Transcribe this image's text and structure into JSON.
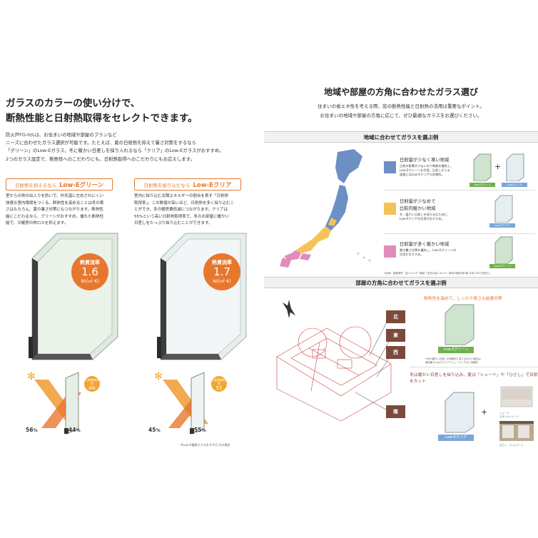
{
  "left": {
    "title_line1": "ガラスのカラーの使い分けで、",
    "title_line2": "断熱性能と日射熱取得をセレクトできます。",
    "body": [
      "防火戸FG-H/Lは、お住まいの地域や部屋のプランなど",
      "ニーズに合わせたガラス選択が可能です。たとえば、夏の日射熱を抑えて暑さ対策をするなら",
      "「グリーン」のLow-Eガラス、冬に暖かい日差しを採り入れるなら「クリア」のLow-Eガラスがおすすめ。",
      "2つのガラス設定で、断熱性へのこだわりにも、日射熱取得へのこだわりにもお応えします。"
    ],
    "green": {
      "tag_prefix": "日射熱を抑えるなら",
      "tag_name": "Low-Eグリーン",
      "desc": [
        "室からの熱の出入りを防いで、外気温に左右されにくい",
        "快適な室内環境をつくる。断熱性を高めることは冬の寒",
        "さはもちろん、夏の暑さ対策にもつながります。断熱性",
        "能にこだわるなら、グリーンがおすすめ。優れた断熱性",
        "能で、冷暖房の熱ロスを抑えます。"
      ],
      "badge_label": "熱貫流率",
      "badge_value": "1.6",
      "badge_unit": "W/(㎡･K)",
      "small_badge_label": "日射熱取得率",
      "small_badge_value": "44",
      "small_badge_unit": "%",
      "pct_left": "56",
      "pct_right": "44",
      "pct_unit": "%"
    },
    "clear": {
      "tag_prefix": "日射熱を採り込むなら",
      "tag_name": "Low-Eクリア",
      "desc": [
        "室内に採り込む太陽エネルギーの割合を表す「日射熱",
        "取得率」。この数値が高いほど、日射熱を多く採り込むこ",
        "とができ、冬の暖房費低減につながります。クリアは",
        "55%という高い日射熱取得率で、冬のお部屋に暖かい",
        "日差しをたっぷり採り込むことができます。"
      ],
      "badge_label": "熱貫流率",
      "badge_value": "1.7",
      "badge_unit": "W/(㎡･K)",
      "small_badge_label": "日射熱取得率",
      "small_badge_value": "55",
      "small_badge_unit": "%",
      "pct_left": "45",
      "pct_right": "55",
      "pct_unit": "%"
    },
    "footnote": "※Low-E複層ガラス(6.8 A12 3)の場合"
  },
  "right": {
    "title": "地域や部屋の方角に合わせたガラス選び",
    "subtitle_line1": "住まいの省エネ性を考える際、窓の断熱性能と日射熱の活用は重要なポイント。",
    "subtitle_line2": "お住まいの地域や部屋の方角に応じて、ぜひ最適なガラスをお選びください。",
    "region_section_title": "地域に合わせてガラスを選ぶ例",
    "regions": [
      {
        "color": "#6c8fc4",
        "title": "日射量が少なく寒い地域",
        "desc": [
          "日射の影響が少ないので断熱を優先し、",
          "Low-Eグリーンを活用。日差しが入る",
          "部屋にはLow-Eクリアも効果的。"
        ],
        "labels": [
          "Low-Eグリーン",
          "Low-Eクリア"
        ]
      },
      {
        "color": "#f5c25a",
        "title_line1": "日射量が少なめで",
        "title_line2": "比較的暖かい地域",
        "desc": [
          "冬、暖かい日差しを採り込むために、",
          "Low-Eクリアの活用がおすすめ。"
        ],
        "labels": [
          "Low-Eクリア"
        ]
      },
      {
        "color": "#e08cbc",
        "title": "日射量が多く暖かい地域",
        "desc": [
          "夏の暑さ対策を優先し、Low-Eグリーンの",
          "活用がおすすめ。"
        ],
        "labels": [
          "Low-Eグリーン"
        ]
      }
    ],
    "region_note": "※参考：建築環境・省エネルギー機構「住宅の省エネルギー基準の解説(第3版 平成21年7月発行)」",
    "room_section_title": "部屋の方角に合わせてガラスを選ぶ例",
    "north_text": "断熱性を高めて、しっかり寒さ＆結露対策",
    "directions": [
      "北",
      "東",
      "西",
      "南"
    ],
    "north_label": "Low-Eグリーン",
    "north_note": [
      "※冬の暖かい日差しを積極的に採り込みたい場合は、",
      "東西面もLow-Eクリア+シェードにすると効果的"
    ],
    "south_text": "冬は暖かい日差しを採り込み、夏は「シェード」や「ひさし」で日射をカット",
    "south_label": "Low-Eクリア",
    "shade_label": "シェード\nスタイルシェード",
    "eave_label": "ひさし：スリムアート"
  }
}
